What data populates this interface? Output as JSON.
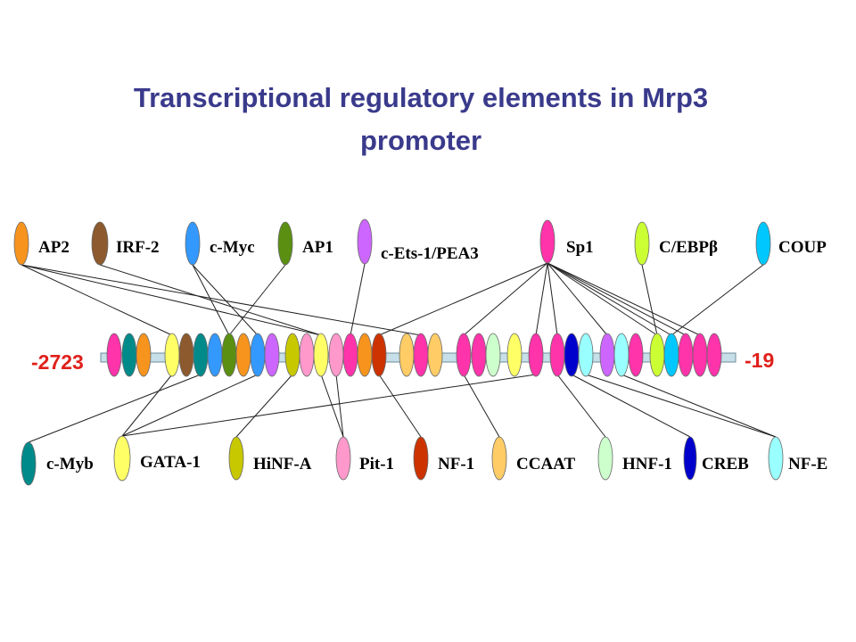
{
  "title": {
    "line1": "Transcriptional regulatory elements in  Mrp3",
    "line2": "promoter"
  },
  "positions": {
    "start": "-2723",
    "end": "-19"
  },
  "factors": {
    "ap2": {
      "name": "AP2",
      "color": "#f7941d"
    },
    "irf2": {
      "name": "IRF-2",
      "color": "#8c5a2e"
    },
    "cmyc": {
      "name": "c-Myc",
      "color": "#3399ff"
    },
    "ap1": {
      "name": "AP1",
      "color": "#5a8f12"
    },
    "cets": {
      "name": "c-Ets-1/PEA3",
      "color": "#cc66ff"
    },
    "sp1": {
      "name": "Sp1",
      "color": "#ff33aa"
    },
    "cebpb": {
      "name": "C/EBPβ",
      "color": "#ccff33"
    },
    "coup": {
      "name": "COUP",
      "color": "#00c8ff"
    },
    "cmyb": {
      "name": "c-Myb",
      "color": "#008a8a"
    },
    "gata1": {
      "name": "GATA-1",
      "color": "#ffff66"
    },
    "hinfa": {
      "name": "HiNF-A",
      "color": "#c8c800"
    },
    "pit1": {
      "name": "Pit-1",
      "color": "#ff99cc"
    },
    "nf1": {
      "name": "NF-1",
      "color": "#cc3300"
    },
    "ccaat": {
      "name": "CCAAT",
      "color": "#ffcc66"
    },
    "hnf1": {
      "name": "HNF-1",
      "color": "#ccffcc"
    },
    "creb": {
      "name": "CREB",
      "color": "#0000cc"
    },
    "nfe": {
      "name": "NF-E",
      "color": "#99ffff"
    }
  },
  "sites": [
    "sp1",
    "cmyb",
    "ap2",
    "gata1",
    "irf2",
    "cmyb",
    "cmyc",
    "ap1",
    "ap2",
    "cmyc",
    "cets",
    "hinfa",
    "pit1",
    "gata1",
    "pit1",
    "sp1",
    "ap2",
    "nf1",
    "ccaat",
    "sp1",
    "ccaat",
    "sp1",
    "sp1",
    "hnf1",
    "gata1",
    "sp1",
    "sp1",
    "creb",
    "nfe",
    "cets",
    "nfe",
    "sp1",
    "cebpb",
    "coup",
    "sp1",
    "sp1",
    "sp1"
  ]
}
